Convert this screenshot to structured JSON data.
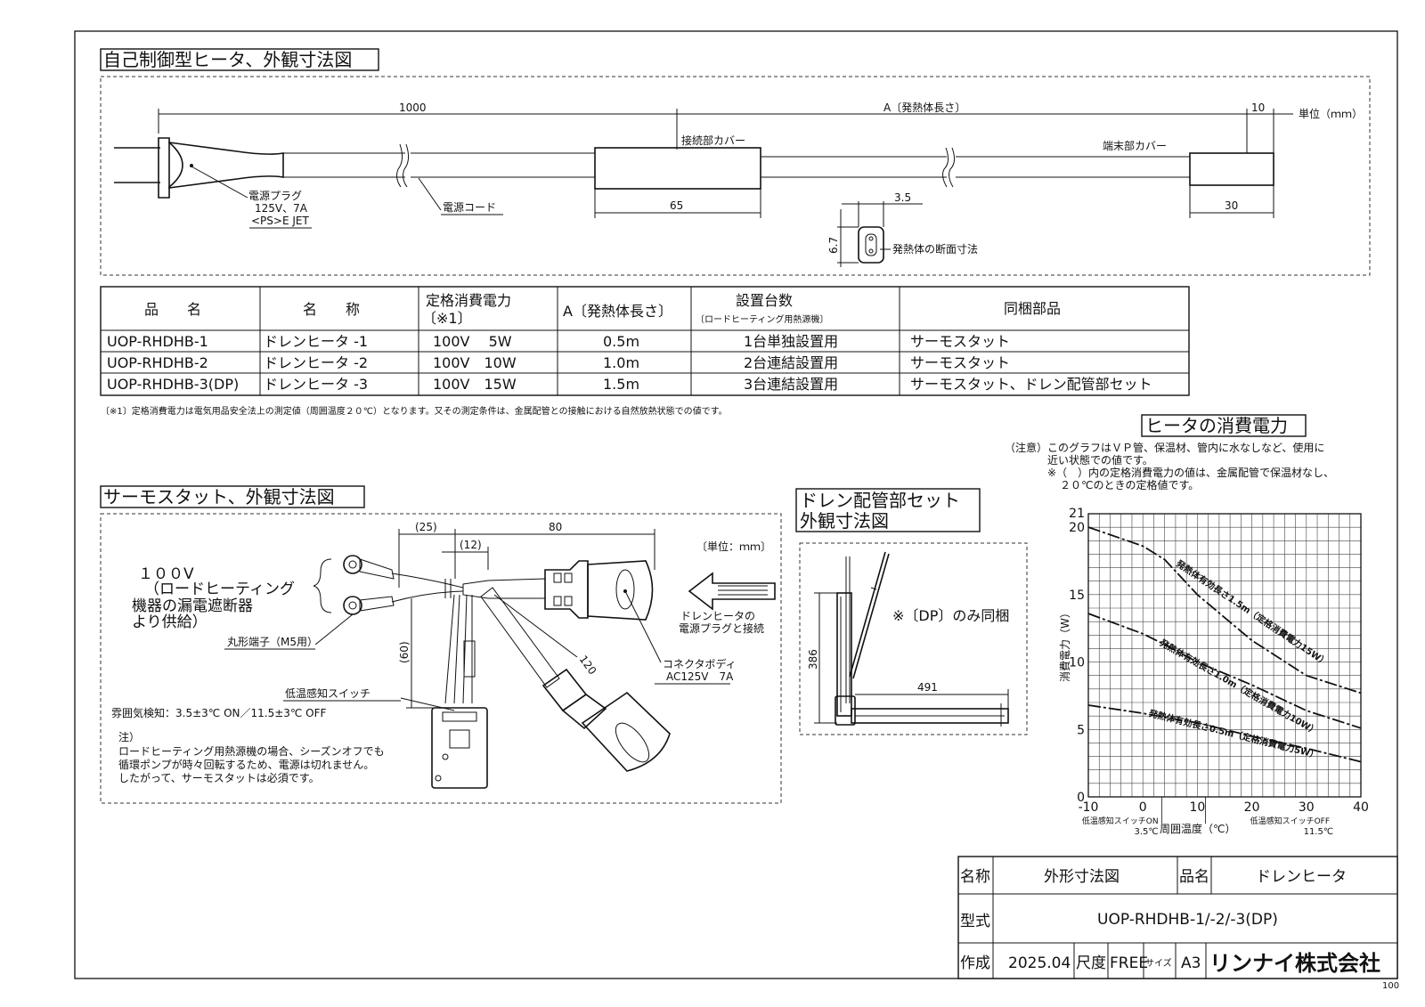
{
  "sections": {
    "heater_title": "自己制御型ヒータ、外観寸法図",
    "thermostat_title": "サーモスタット、外観寸法図",
    "drain_title_1": "ドレン配管部セット",
    "drain_title_2": "外観寸法図",
    "power_title": "ヒータの消費電力"
  },
  "heater_drawing": {
    "dim_1000": "1000",
    "dim_a": "A〔発熱体長さ〕",
    "dim_10": "10",
    "unit": "単位（ｍｍ）",
    "joint_cover": "接続部カバー",
    "end_cover": "端末部カバー",
    "plug_1": "電源プラグ",
    "plug_2": "125V、7A",
    "plug_3": "<PS>E JET",
    "cord": "電源コード",
    "dim_65": "65",
    "dim_30": "30",
    "dim_35": "3.5",
    "dim_67": "6.7",
    "section_label": "発熱体の断面寸法"
  },
  "table": {
    "headers": [
      "品　　名",
      "名　　称",
      "定格消費電力",
      "〔※1〕",
      "A〔発熱体長さ〕",
      "設置台数",
      "〔ロードヒーティング用熱源機〕",
      "同梱部品"
    ],
    "rows": [
      [
        "UOP-RHDHB-1",
        "ドレンヒータ -1",
        "100V　 5W",
        "0.5m",
        "1台単独設置用",
        "サーモスタット"
      ],
      [
        "UOP-RHDHB-2",
        "ドレンヒータ -2",
        "100V　10W",
        "1.0m",
        "2台連結設置用",
        "サーモスタット"
      ],
      [
        "UOP-RHDHB-3(DP)",
        "ドレンヒータ -3",
        "100V　15W",
        "1.5m",
        "3台連結設置用",
        "サーモスタット、ドレン配管部セット"
      ]
    ],
    "footnote": "〔※1〕定格消費電力は電気用品安全法上の測定値（周囲温度２０℃）となります。又その測定条件は、金属配管との接触における自然放熱状態での値です。"
  },
  "thermostat": {
    "unit": "〔単位：ｍｍ〕",
    "dim_25": "(25)",
    "dim_80": "80",
    "dim_12": "(12)",
    "dim_60": "(60)",
    "dim_120": "120",
    "supply_1": "１００V",
    "supply_2": "（ロードヒーティング",
    "supply_3": "機器の漏電遮断器",
    "supply_4": "より供給）",
    "terminal": "丸形端子（M5用）",
    "connector_1": "コネクタボディ",
    "connector_2": "AC125V　7A",
    "plug_note_1": "ドレンヒータの",
    "plug_note_2": "電源プラグと接続",
    "switch": "低温感知スイッチ",
    "sense": "雰囲気検知：3.5±3℃ ON／11.5±3℃ OFF",
    "note_head": "注）",
    "note_1": "ロードヒーティング用熱源機の場合、シーズンオフでも",
    "note_2": "循環ポンプが時々回転するため、電源は切れません。",
    "note_3": "したがって、サーモスタットは必須です。"
  },
  "drain": {
    "dim_386": "386",
    "dim_491": "491",
    "dp_note": "※〔DP〕のみ同梱"
  },
  "notes": {
    "n1": "（注意）このグラフはＶＰ管、保温材、管内に水なしなど、使用に",
    "n2": "近い状態での値です。",
    "n3": "※（　）内の定格消費電力の値は、金属配管で保温材なし、",
    "n4": "２０℃のときの定格値です。"
  },
  "chart_data": {
    "type": "line",
    "xlabel": "周囲温度（℃）",
    "ylabel": "消費電力（W）",
    "xlim": [
      -10,
      40
    ],
    "ylim": [
      0,
      21
    ],
    "xticks": [
      -10,
      0,
      10,
      20,
      30,
      40
    ],
    "yticks": [
      0,
      5,
      10,
      15,
      20
    ],
    "y_top_label": "21",
    "grid": true,
    "series": [
      {
        "name": "発熱体有効長さ1.5m（定格消費電力15W）",
        "x": [
          -10,
          0,
          4,
          10,
          20,
          30,
          40
        ],
        "y": [
          20.0,
          18.6,
          17.6,
          15.0,
          11.6,
          9.0,
          7.7
        ]
      },
      {
        "name": "発熱体有効長さ1.0m（定格消費電力10W）",
        "x": [
          -10,
          0,
          4,
          10,
          20,
          30,
          40
        ],
        "y": [
          13.6,
          12.1,
          11.3,
          10.0,
          8.3,
          6.4,
          5.1
        ]
      },
      {
        "name": "発熱体有効長さ0.5m（定格消費電力5W）",
        "x": [
          -10,
          0,
          4,
          10,
          20,
          30,
          40
        ],
        "y": [
          6.8,
          6.2,
          5.9,
          5.5,
          4.5,
          3.6,
          2.6
        ]
      }
    ],
    "annotations": [
      {
        "text": "低温感知スイッチON",
        "x": 3.5
      },
      {
        "text": "3.5℃",
        "x": 3.5
      },
      {
        "text": "低温感知スイッチOFF",
        "x": 11.5
      },
      {
        "text": "11.5℃",
        "x": 11.5
      }
    ]
  },
  "title_block": {
    "name_label": "名称",
    "name_value": "外形寸法図",
    "product_label": "品名",
    "product_value": "ドレンヒータ",
    "model_label": "型式",
    "model_value": "UOP-RHDHB-1/-2/-3(DP)",
    "made_label": "作成",
    "made_value": "2025.04",
    "scale_label": "尺度",
    "scale_value": "FREE",
    "size_label": "サイズ",
    "size_value": "A3",
    "company": "リンナイ株式会社"
  },
  "corner_number": "100"
}
